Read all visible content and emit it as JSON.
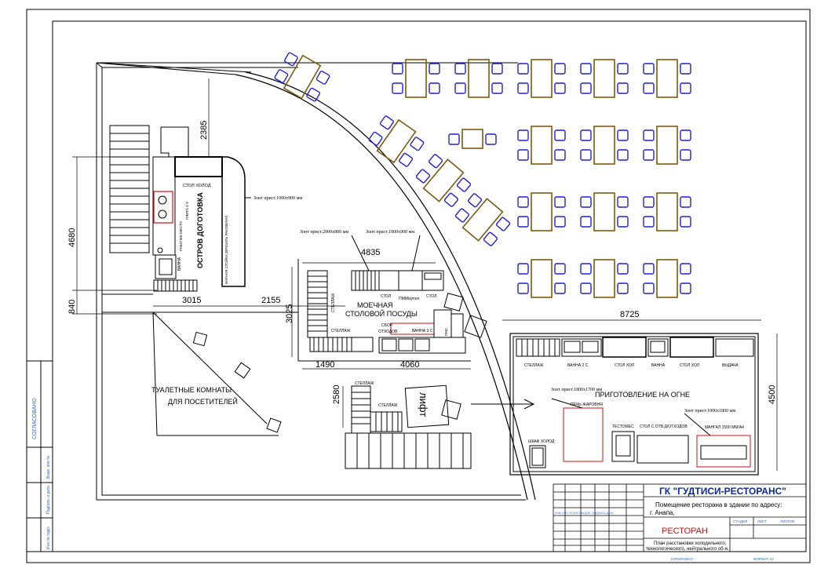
{
  "colors": {
    "line": "#000000",
    "chair": "#1f1fd0",
    "table": "#7a5a10",
    "accent_red": "#d01010",
    "stamp_blue": "#2a6ad8",
    "title_blue": "#0a2a9a"
  },
  "dimensions": {
    "d2385": "2385",
    "d4680": "4680",
    "d840": "840",
    "d3015": "3015",
    "d2155": "2155",
    "d3025": "3025",
    "d4835": "4835",
    "d1490": "1490",
    "d4060": "4060",
    "d2580": "2580",
    "d8725": "8725",
    "d4500": "4500"
  },
  "labels": {
    "stol_holod_top": "СТОЛ ХОЛОД",
    "plita": "ПЛИТА 4 Х",
    "ostrov": "ОСТРОВ ДОГОТОВКА",
    "barnaya": "БАРНАЯ СТОЙКА (ВРЕЗАТЬ РАКОВИНУ)",
    "rabochee_mesto": "РАБОЧЕЕ МЕСТО",
    "vanna_left": "ВАННА",
    "zont1": "Зонт прист.1000х900 мм",
    "zont2": "Зонт прист.2000х800 мм",
    "zont3": "Зонт прист.1000х900 мм",
    "moechnaya1": "МОЕЧНАЯ",
    "moechnaya2": "СТОЛОВОЙ ПОСУДЫ",
    "stol_m": "СТОЛ",
    "pmm": "ПММ/купол",
    "stol_m2": "СТОЛ",
    "stellazh_m": "СТЕЛЛАЖ",
    "stellazh_m2": "СТЕЛЛАЖ",
    "sbor": "СБОР",
    "othodov": "ОТХОДОВ",
    "vanna3": "ВАННА 3 С",
    "pmm_small": "ПМС",
    "toilets1": "ТУАЛЕТНЫЕ КОМНАТЫ",
    "toilets2": "ДЛЯ ПОСЕТИТЕЛЕЙ",
    "stellazh_b1": "СТЕЛЛАЖ",
    "stellazh_b2": "СТЕЛЛАЖ",
    "lift": "лифт",
    "stellazh_k": "СТЕЛЛАЖ",
    "vanna2": "ВАННА 2 С",
    "stol_hol": "СТОЛ ХОЛ",
    "vanna_k": "ВАННА",
    "stol_hol2": "СТОЛ ХОЛ",
    "vydacha": "ВЫДАЧА",
    "prigotovlenie": "ПРИГОТОВЛЕНИЕ НА ОГНЕ",
    "zont4": "Зонт прист.1800х1700 мм",
    "pech": "ПЕЧЬ-ЖАРОВНЯ",
    "zont5": "Зонт прист.1000х1800 мм",
    "testomes": "ТЕСТОМЕС",
    "stol_otv": "СТОЛ С ОТВ.Д/ОТХОДОВ",
    "mangal": "МАНГАЛ 1500 ММ/А4",
    "shkaf": "ШКАФ ХОЛОД"
  },
  "title_block": {
    "company": "ГК \"ГУДТИСИ-РЕСТОРАНС\"",
    "address1": "Помещение ресторана в здании по адресу:",
    "address2": "г. Анапа,",
    "restaurant": "РЕСТОРАН",
    "plan1": "План расстановки холодильного,",
    "plan2": "технологического, нейтрального об-я.",
    "stadiya": "СТАДИЯ",
    "list": "ЛИСТ",
    "listov": "ЛИСТОВ",
    "row_headers": "ИЗМ.  КОЛ.УЧ  ЛИСТ  № ДОК.  ПОДПИСЬ  ДАТА",
    "copied": "КОПИРОВАЛ",
    "format": "ФОРМАТ А2"
  },
  "side_stamp": {
    "top": "СОГЛАСОВАНО",
    "mid1": "Взам. инв.№",
    "mid2": "Подпись и дата",
    "mid3": "Инв.№ подл."
  }
}
